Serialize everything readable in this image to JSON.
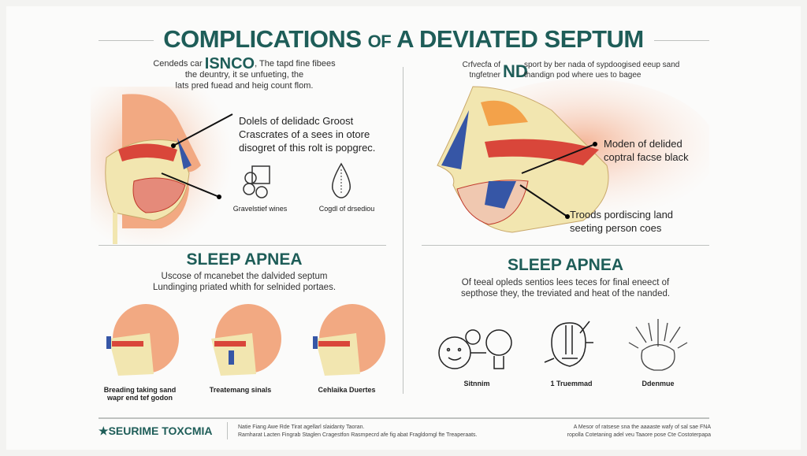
{
  "title": {
    "main": "COMPLICATIONS",
    "of": "OF",
    "rest": "A DEVIATED SEPTUM"
  },
  "left_top": {
    "intro_pre": "Cendeds car",
    "intro_big": "ISNCO",
    "intro_post": ", The tapd fine fibees the deuntry, it se unfueting, the",
    "intro_line3": "lats pred fuead and heig count flom.",
    "label": [
      "Dolels of delidadc Groost",
      "Crascrates of a sees in otore",
      "disogret of this rolt is popgrec."
    ],
    "icons": [
      {
        "icon": "cells-icon",
        "caption": "Gravelstief wines"
      },
      {
        "icon": "leaf-drop-icon",
        "caption": "Cogdl of drsediou"
      }
    ]
  },
  "right_top": {
    "intro_pre": "Crfvecfa of tngfetner",
    "intro_big": "ND",
    "intro_post": "sport by ber nada of sypdoogised eeup sand thandign pod where ues to bagee",
    "label1": [
      "Moden of delided",
      "coptral facse black"
    ],
    "label2": [
      "Troods pordiscing land",
      "seeting person coes"
    ]
  },
  "left_bottom": {
    "heading": "SLEEP APNEA",
    "text": [
      "Uscose of mcanebet the dalvided septum",
      "Lundinging priated whith for selnided portaes."
    ],
    "captions": [
      "Breading taking sand wapr end tef godon",
      "Treatemang sinals",
      "Cehlaika Duertes"
    ]
  },
  "right_bottom": {
    "heading": "SLEEP APNEA",
    "text": [
      "Of teeal opleds sentios lees teces for final eneect of",
      "septhose they, the treviated and heat of the nanded."
    ],
    "icons": [
      {
        "icon": "faces-icon",
        "caption": "Sitnnim"
      },
      {
        "icon": "head-airway-icon",
        "caption": "1 Truemmad"
      },
      {
        "icon": "burst-icon",
        "caption": "Ddenmue"
      }
    ]
  },
  "footer": {
    "brand": "SEURIME TOXCMIA",
    "note": [
      "Natie Fiang Awe Rde Tirat agellarl slaidanty Taoran.",
      "Ramharat Lacten Fingrab Staglen Cragestfon Rasmpecrd afe fig abat Fragldomgl fte Treaperaats."
    ],
    "right": [
      "A Mesor of ratsese sna the aaaaste wafy of sal sae FNA",
      "ropolla Cotetaning adel veu Taaore pose Cte Costoterpapa"
    ]
  },
  "colors": {
    "accent": "#1e5d58",
    "skin": "#f2a982",
    "red": "#d9463a",
    "blue": "#3656a6",
    "bone": "#f2e6b0"
  }
}
